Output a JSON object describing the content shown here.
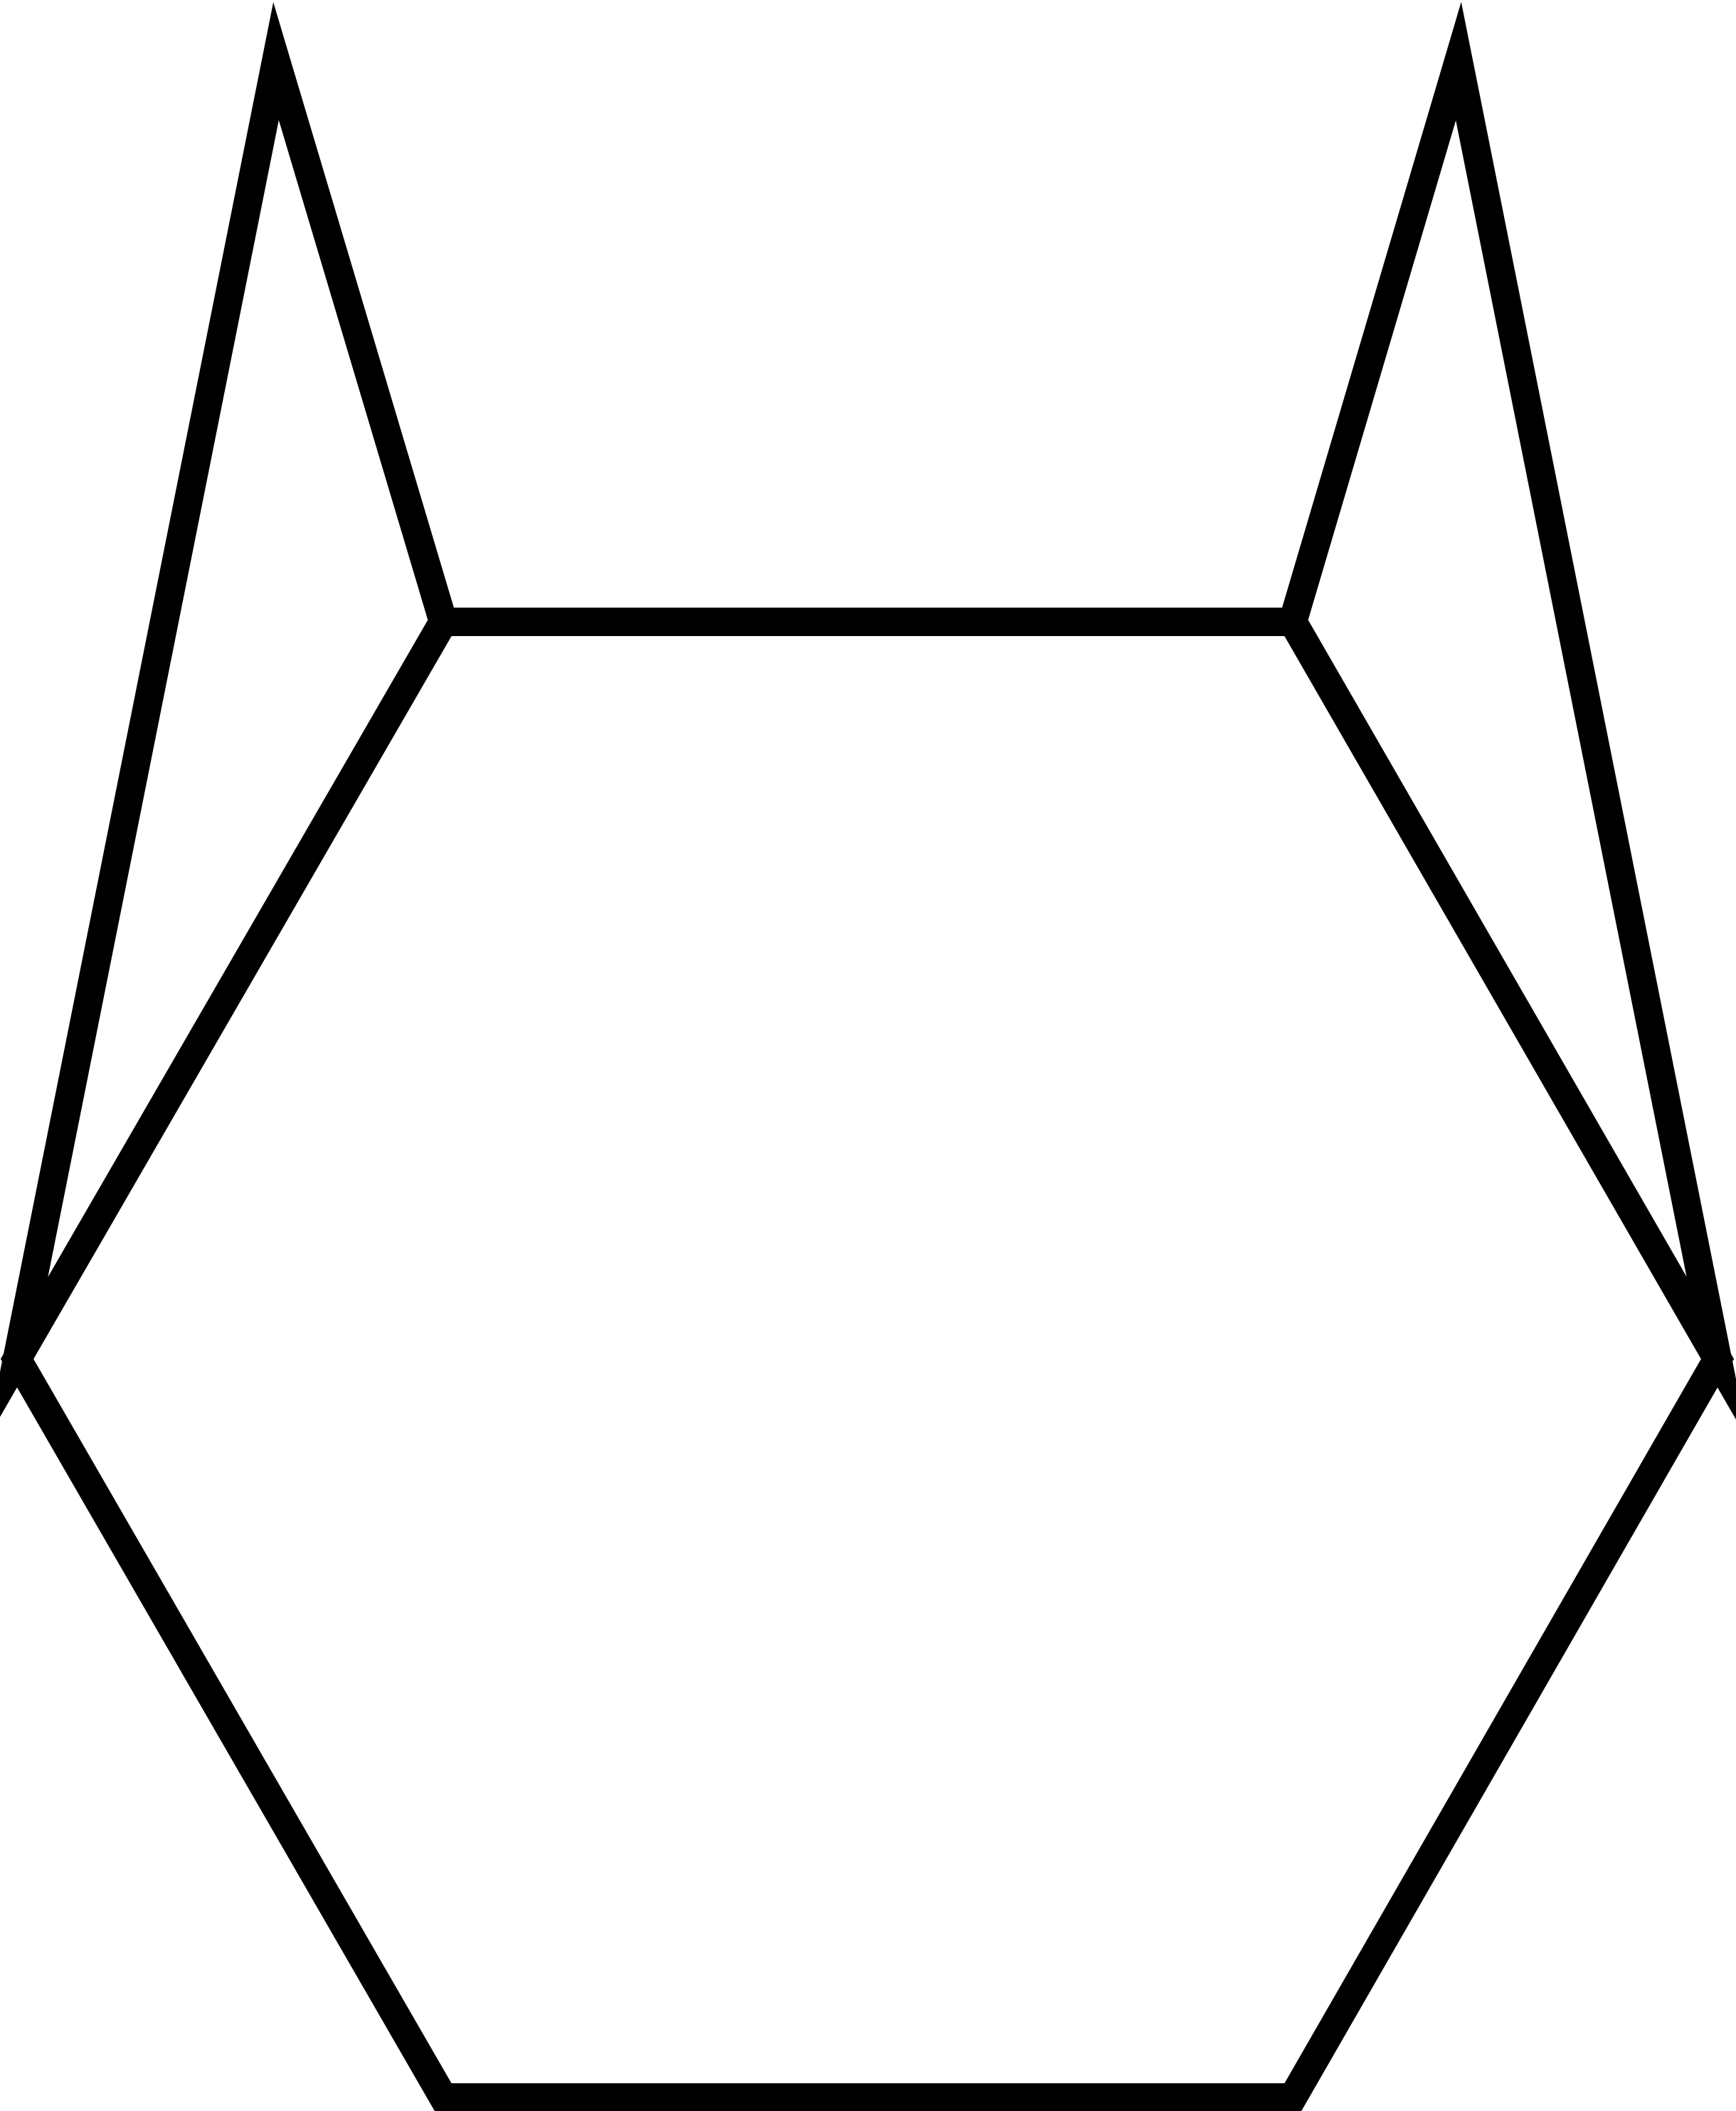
{
  "diagram": {
    "description_visible_text": "",
    "stroke_color": "#000000",
    "background_color": "#ffffff",
    "shapes": [
      {
        "name": "hexagon-body"
      },
      {
        "name": "left-ear-triangle"
      },
      {
        "name": "right-ear-triangle"
      }
    ]
  }
}
